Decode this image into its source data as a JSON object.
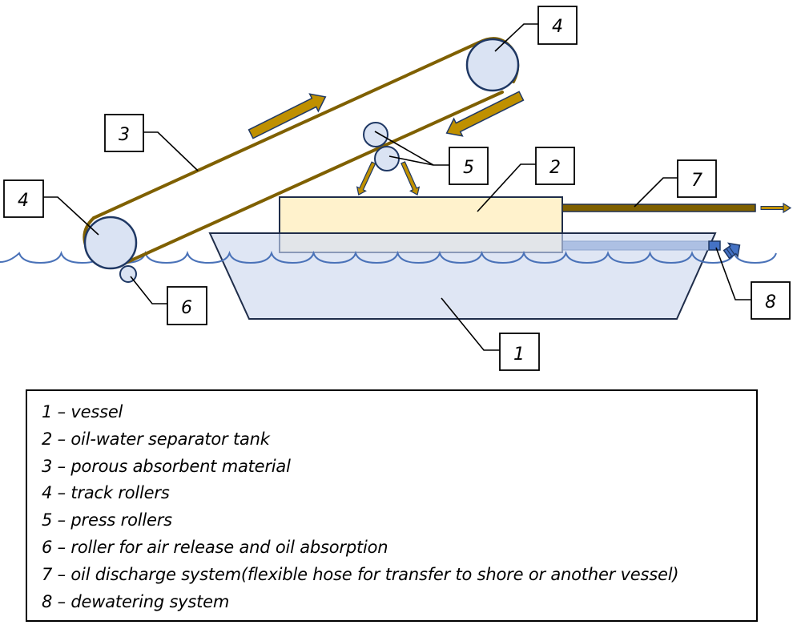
{
  "figure": {
    "description": "Oil skimming vessel with porous absorbent belt conveyor",
    "colors": {
      "belt": "#7f6000",
      "arrow_fill": "#bf9000",
      "arrow_stroke": "#1f3864",
      "roller_fill": "#dae3f3",
      "roller_stroke": "#1f3864",
      "tank_fill": "#fff2cc",
      "tank_submerged_fill": "#e2e5e9",
      "vessel_fill": "#dfe6f4",
      "vessel_stroke": "#1f2d4a",
      "water_line": "#4a72b8",
      "dewatering_pipe": "#adc0e3",
      "dewatering_outlet": "#4472c4",
      "hose": "#7f6000"
    },
    "callouts": [
      {
        "id": "4",
        "label": "4"
      },
      {
        "id": "3",
        "label": "3"
      },
      {
        "id": "4b",
        "label": "4"
      },
      {
        "id": "5",
        "label": "5"
      },
      {
        "id": "2",
        "label": "2"
      },
      {
        "id": "7",
        "label": "7"
      },
      {
        "id": "6",
        "label": "6"
      },
      {
        "id": "8",
        "label": "8"
      },
      {
        "id": "1",
        "label": "1"
      }
    ]
  },
  "legend": {
    "items": [
      {
        "number": "1",
        "text": "1 – vessel"
      },
      {
        "number": "2",
        "text": "2 – oil-water separator tank"
      },
      {
        "number": "3",
        "text": "3 – porous absorbent material"
      },
      {
        "number": "4",
        "text": "4 – track rollers"
      },
      {
        "number": "5",
        "text": "5 – press rollers"
      },
      {
        "number": "6",
        "text": "6 – roller for air release and oil absorption"
      },
      {
        "number": "7",
        "text": "7 – oil discharge system(flexible hose for transfer to shore or another vessel)"
      },
      {
        "number": "8",
        "text": "8 – dewatering system"
      }
    ]
  }
}
